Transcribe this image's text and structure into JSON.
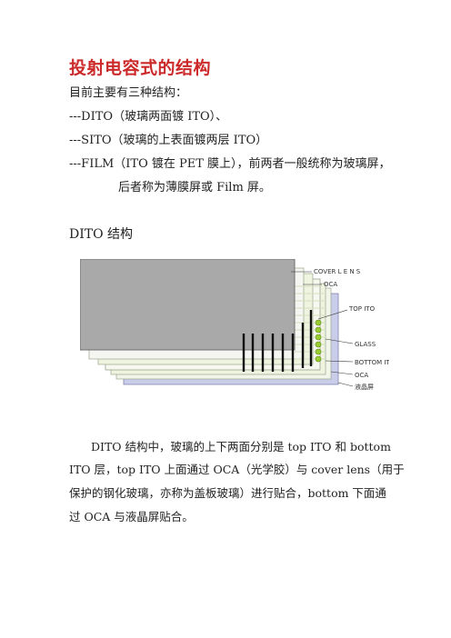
{
  "title": "投射电容式的结构",
  "intro": "目前主要有三种结构：",
  "items": [
    "---DITO（玻璃两面镀 ITO）、",
    "---SITO（玻璃的上表面镀两层 ITO）",
    "---FILM（ITO 镀在 PET 膜上），前两者一般统称为玻璃屏，",
    "后者称为薄膜屏或 Film 屏。"
  ],
  "section_title": "DITO 结构",
  "diagram": {
    "labels": {
      "cover_lens": "COVER L E N S",
      "oca_top": "OCA",
      "top_ito": "TOP ITO",
      "glass": "GLASS",
      "bottom_ito": "BOTTOM ITO",
      "oca_bottom": "OCA",
      "lcd": "液晶屏"
    },
    "colors": {
      "cover": "#a9a9a9",
      "ito_dots": "#9acd32",
      "lcd": "#c9cdea",
      "electrodes": "#111111"
    }
  },
  "paragraph": [
    "DITO 结构中，玻璃的上下两面分别是 top ITO 和 bottom",
    "ITO 层，top ITO 上面通过 OCA（光学胶）与 cover lens（用于",
    "保护的钢化玻璃，亦称为盖板玻璃）进行贴合，bottom 下面通",
    "过 OCA 与液晶屏贴合。"
  ]
}
